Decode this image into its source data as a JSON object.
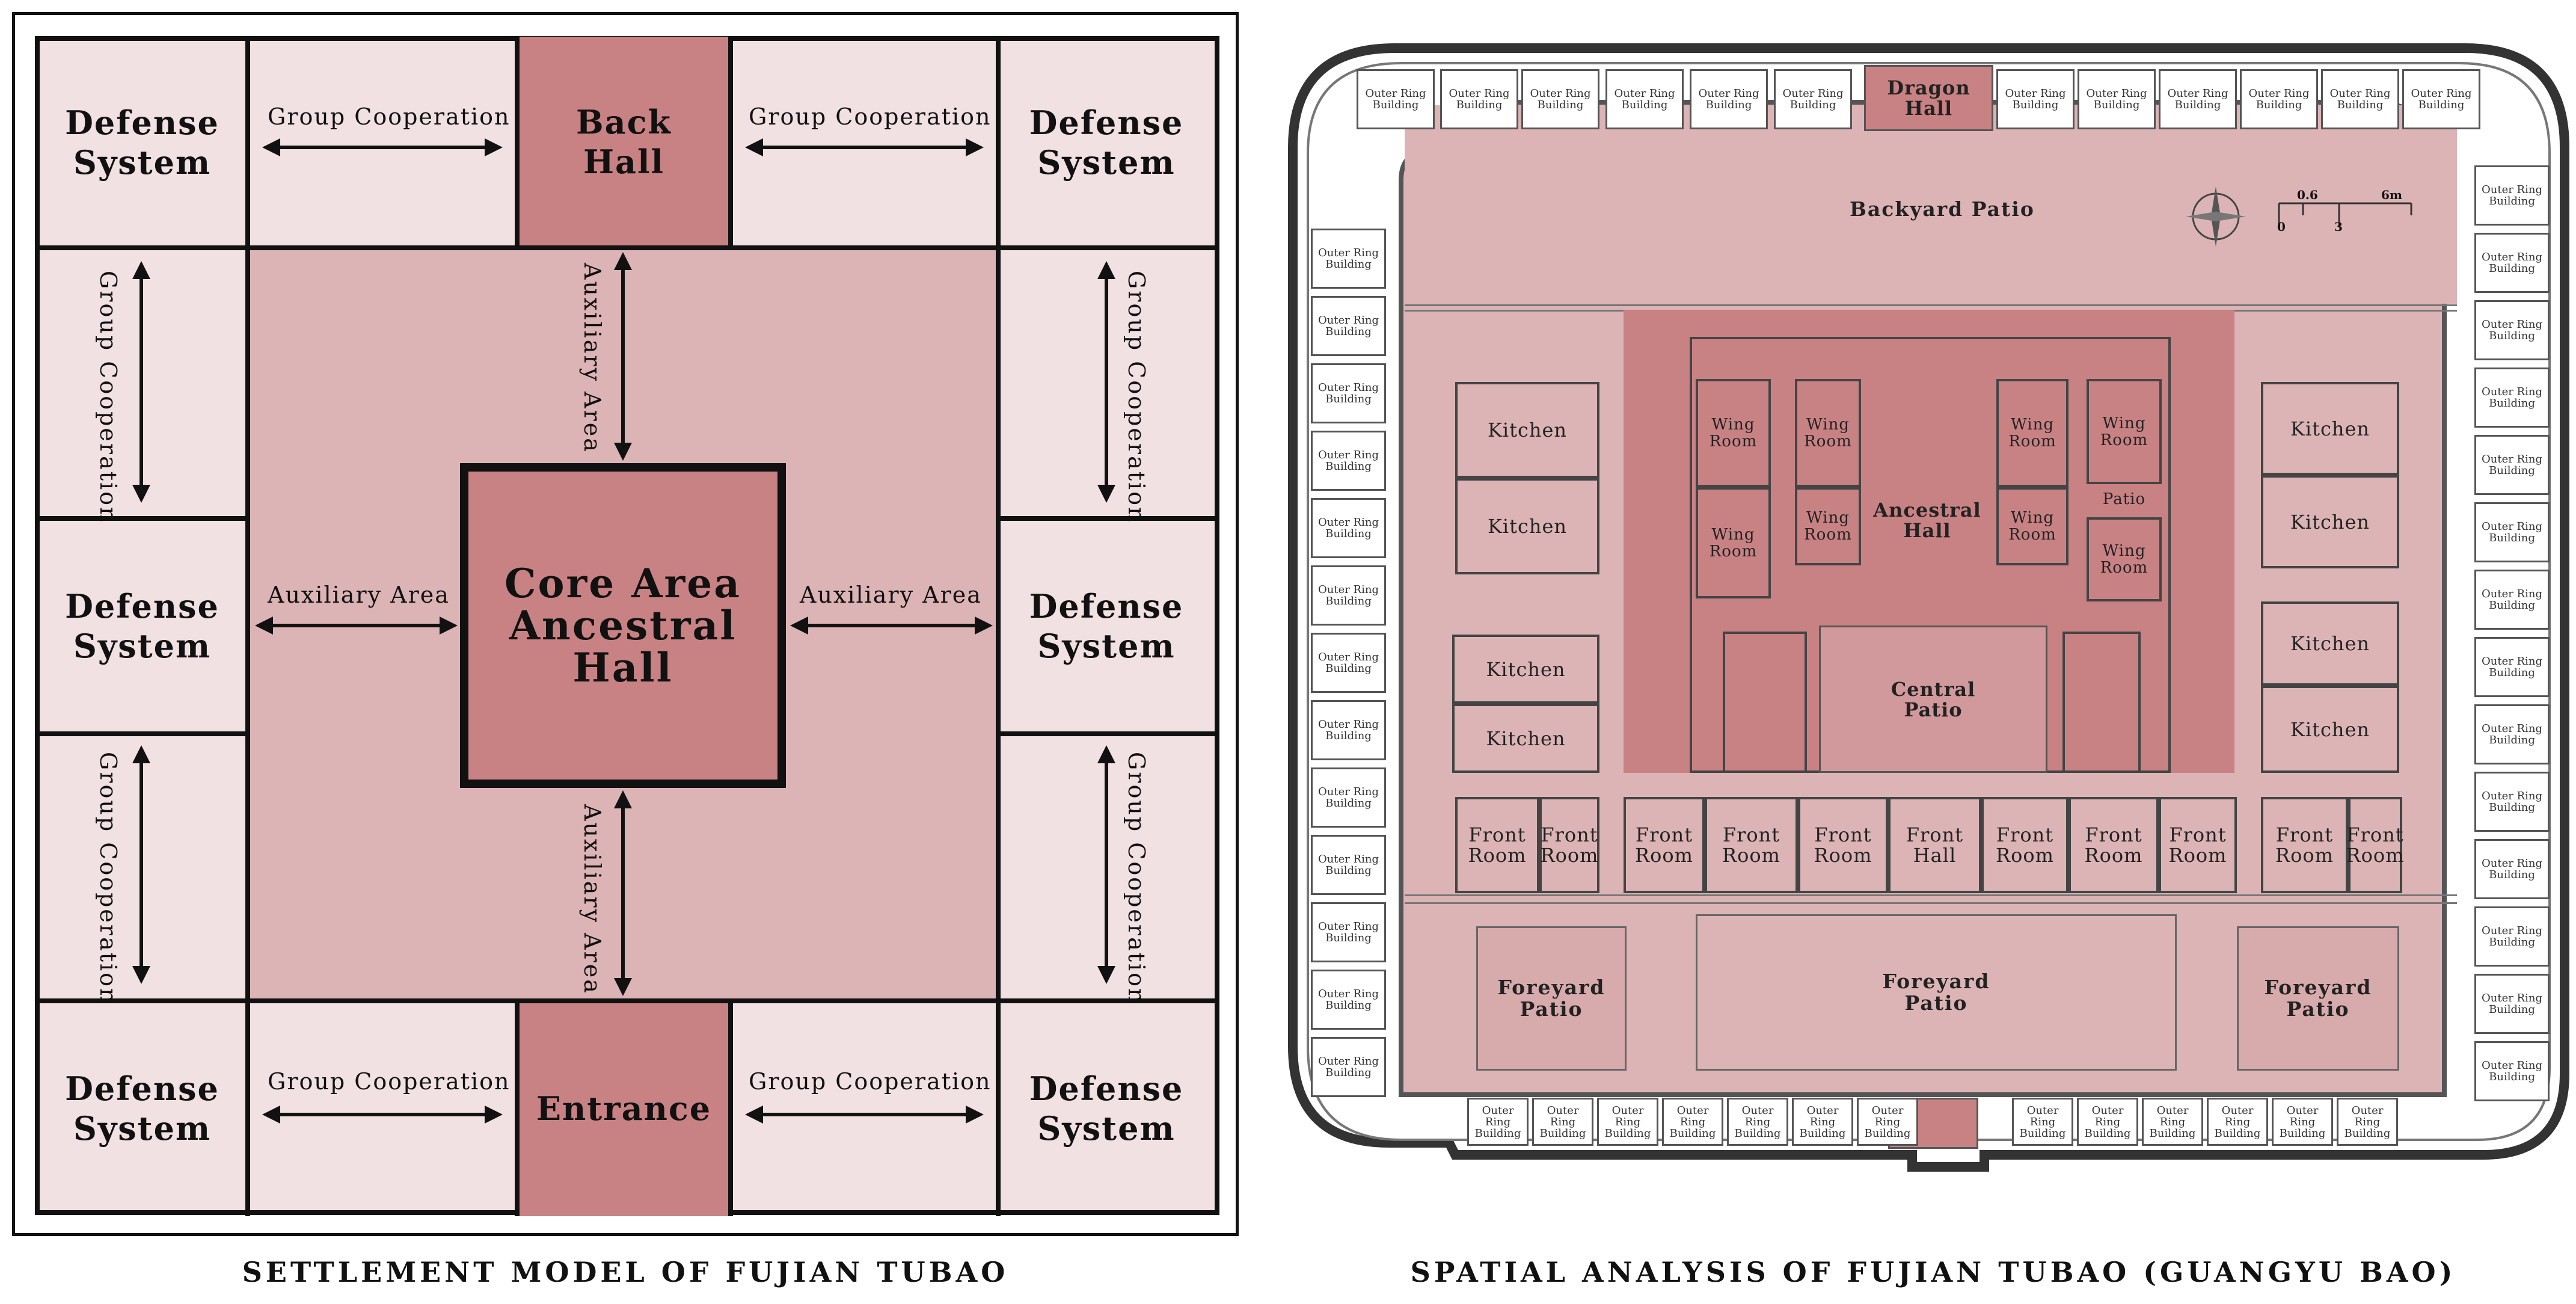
{
  "model": {
    "caption": "SETTLEMENT MODEL OF FUJIAN TUBAO",
    "back_hall": "Back\nHall",
    "entrance": "Entrance",
    "core": "Core Area\nAncestral Hall",
    "defense": "Defense\nSystem",
    "group": "Group Cooperation",
    "aux": "Auxiliary Area"
  },
  "analysis": {
    "caption": "SPATIAL ANALYSIS OF FUJIAN TUBAO (GUANGYU BAO)",
    "dragon_hall": "Dragon\nHall",
    "backyard_patio": "Backyard Patio",
    "ancestral_hall": "Ancestral\nHall",
    "central_patio": "Central\nPatio",
    "wing_room": "Wing\nRoom",
    "patio": "Patio",
    "kitchen": "Kitchen",
    "front_room": "Front\nRoom",
    "front_hall": "Front\nHall",
    "foreyard_patio": "Foreyard\nPatio",
    "outer_ring": "Outer Ring\nBuilding",
    "scale": {
      "a": "0.6",
      "b": "6m",
      "c": "0",
      "d": "3"
    }
  },
  "colors": {
    "light": "#f1e1e2",
    "mid": "#dcb4b5",
    "dark": "#c98284",
    "darker": "#c27b7e",
    "line": "#111111"
  }
}
